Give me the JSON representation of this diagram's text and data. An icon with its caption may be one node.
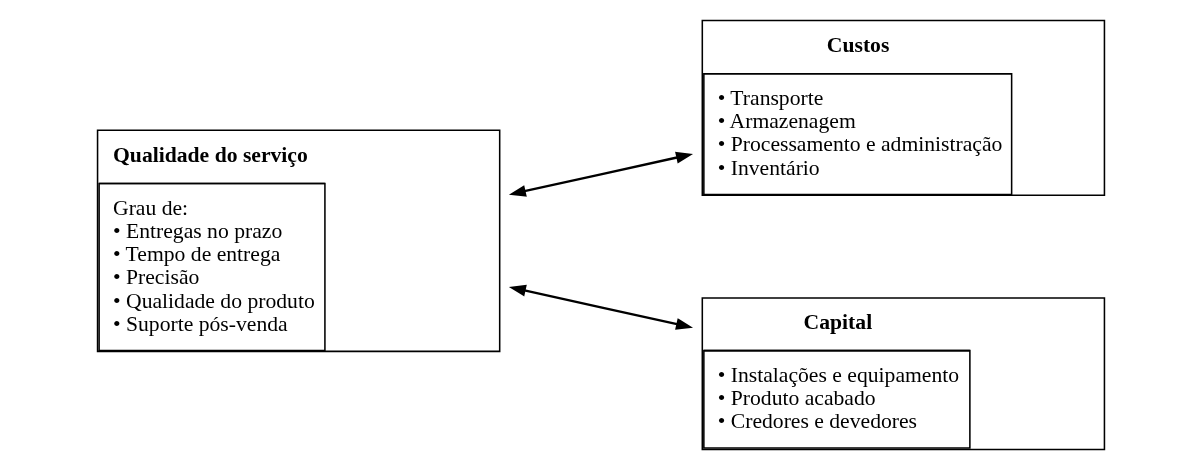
{
  "diagram": {
    "nodes": [
      {
        "text": [
          "Qualidade do serviço",
          "Grau de:",
          "• Entregas no prazo",
          "• Tempo de entrega",
          "• Precisão",
          "• Qualidade do produto",
          "• Suporte pós-venda"
        ]
      },
      {
        "text": [
          "Custos",
          "• Transporte",
          "• Armazenagem",
          "• Processamento e administração",
          "• Inventário"
        ]
      },
      {
        "text": [
          "Capital",
          "• Instalações e equipamento",
          "• Produto acabado",
          "• Credores e devedores"
        ]
      }
    ],
    "edges": [
      {
        "from": 0,
        "to": 1,
        "arrow": "both"
      },
      {
        "from": 0,
        "to": 2,
        "arrow": "both"
      }
    ]
  }
}
